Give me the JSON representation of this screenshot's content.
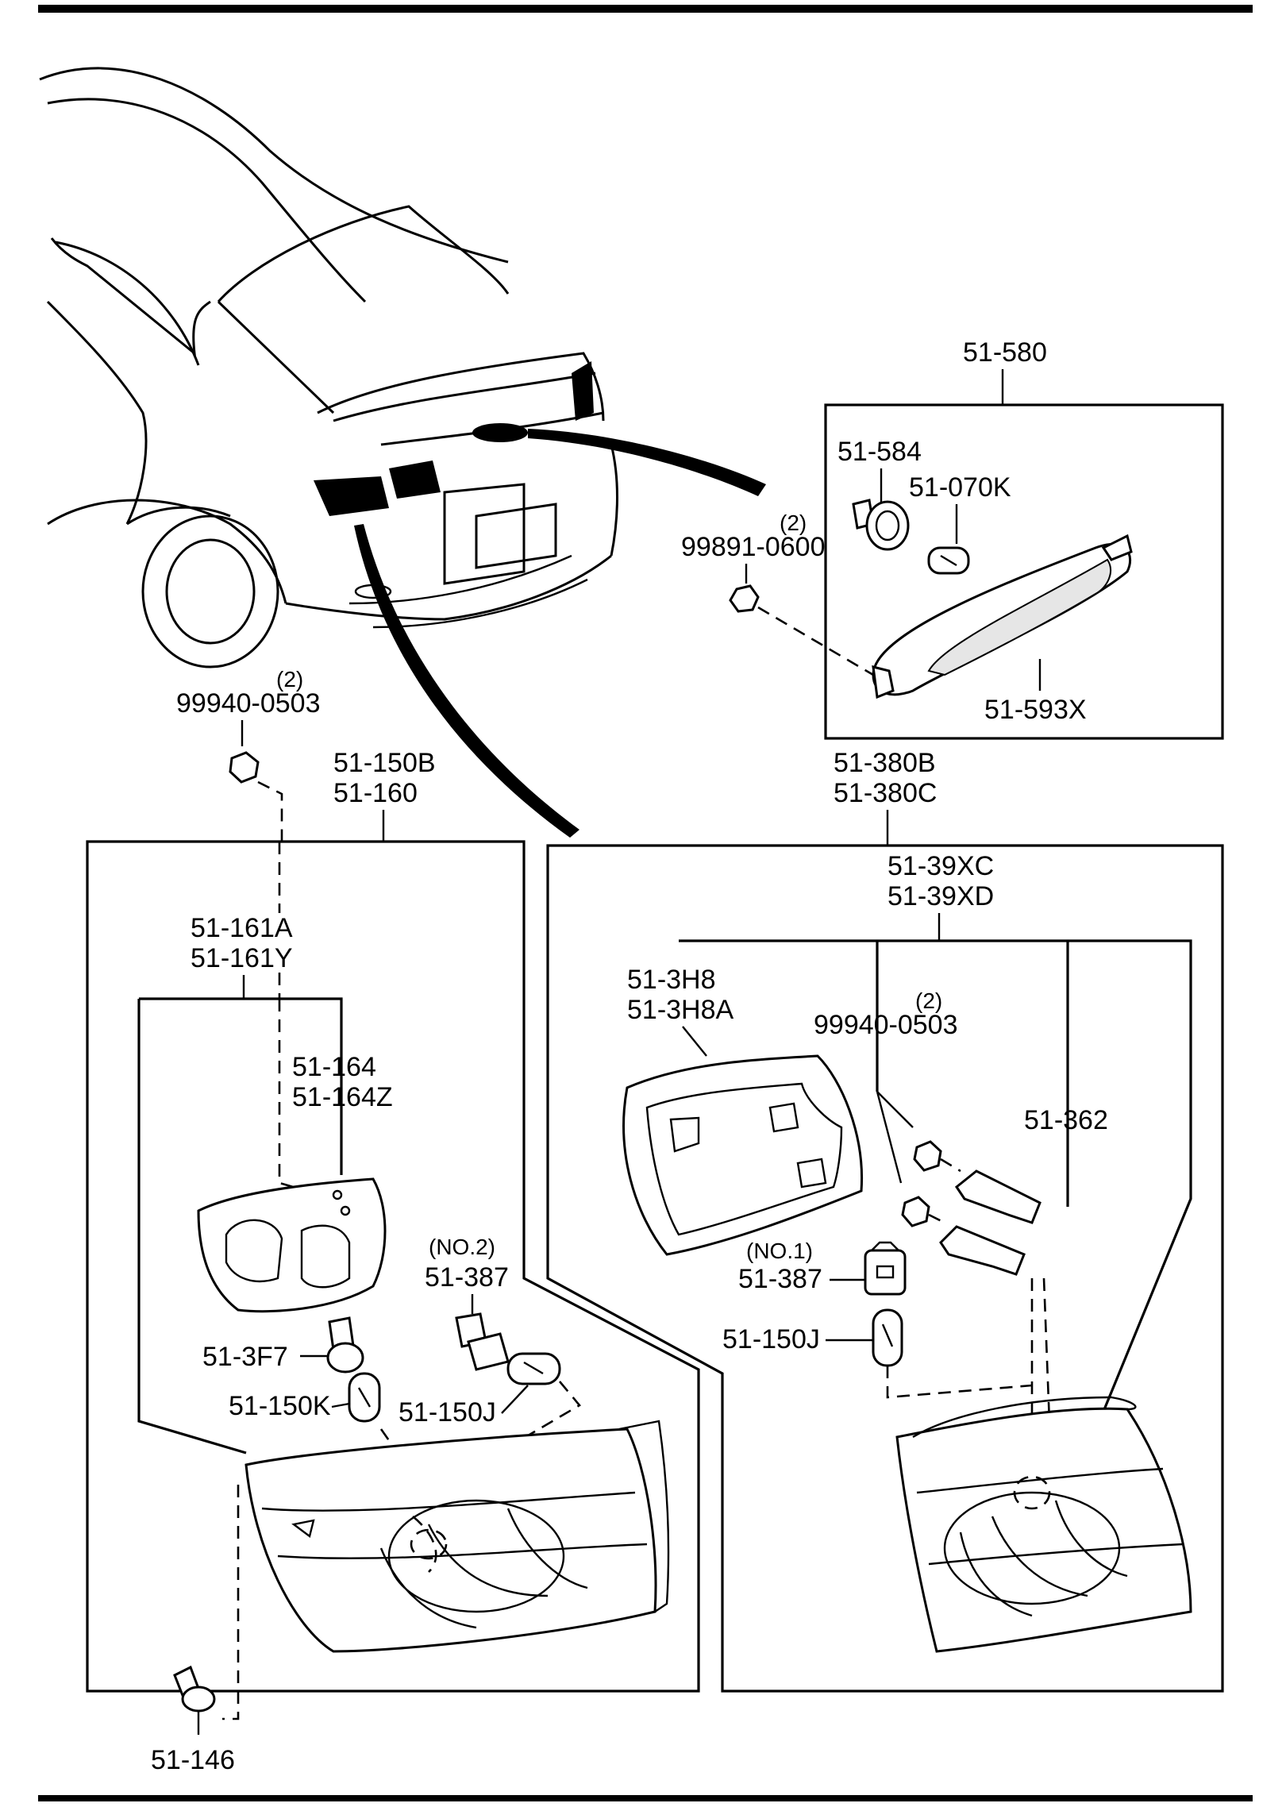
{
  "diagram": {
    "labels": {
      "p51_580": "51-580",
      "p51_584": "51-584",
      "p51_070K": "51-070K",
      "p51_593X": "51-593X",
      "qty_99891": "(2)",
      "p99891_0600": "99891-0600",
      "qty_99940_left": "(2)",
      "p99940_0503_left": "99940-0503",
      "p51_150B": "51-150B",
      "p51_160": "51-160",
      "p51_380B": "51-380B",
      "p51_380C": "51-380C",
      "p51_39XC": "51-39XC",
      "p51_39XD": "51-39XD",
      "p51_161A": "51-161A",
      "p51_161Y": "51-161Y",
      "p51_164": "51-164",
      "p51_164Z": "51-164Z",
      "no2": "(NO.2)",
      "p51_387_left": "51-387",
      "p51_3F7": "51-3F7",
      "p51_150K": "51-150K",
      "p51_150J_left": "51-150J",
      "p51_146": "51-146",
      "p51_3H8": "51-3H8",
      "p51_3H8A": "51-3H8A",
      "qty_99940_right": "(2)",
      "p99940_0503_right": "99940-0503",
      "p51_362": "51-362",
      "no1": "(NO.1)",
      "p51_387_right": "51-387",
      "p51_150J_right": "51-150J"
    }
  }
}
